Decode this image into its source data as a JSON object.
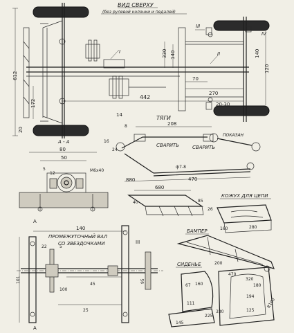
{
  "top_view": {
    "title": "ВИД СВЕРХУ",
    "subtitle": "(без рулевой колонки и педалей)",
    "dims": {
      "d612": "612",
      "d172": "172",
      "d20": "20",
      "d442": "442",
      "d330": "330",
      "d140": "140",
      "d70": "70",
      "d270": "270",
      "d20_30": "20-30",
      "d120": "120",
      "d140b": "140"
    },
    "section_marks": {
      "I": "I",
      "II": "II",
      "III": "III",
      "IV": "IV"
    }
  },
  "section_aa": {
    "title": "А - А",
    "dims": {
      "d80": "80",
      "d50": "50",
      "d5": "5",
      "d12": "12",
      "m6x40": "М6х40"
    }
  },
  "rods": {
    "title": "ТЯГИ",
    "labels": {
      "weld1": "СВАРИТЬ",
      "weld2": "СВАРИТЬ",
      "bolt": "ПОКАЗАН"
    },
    "dims": {
      "d208": "208",
      "d14": "14",
      "d8": "8",
      "d24": "24",
      "d16": "16",
      "d880": "880",
      "d470": "470",
      "phi7_8": "ф7-8"
    }
  },
  "bracket": {
    "dims": {
      "d680": "680",
      "d40": "40",
      "d85": "85"
    }
  },
  "chain_guard": {
    "title": "КОЖУХ ДЛЯ ЦЕПИ",
    "dims": {
      "d26": "26",
      "d280": "280",
      "d160": "160"
    }
  },
  "shaft": {
    "title": "ПРОМЕЖУТОЧНЫЙ ВАЛ",
    "subtitle": "СО ЗВЕЗДОЧКАМИ",
    "marks": {
      "A": "А",
      "III": "III"
    },
    "dims": {
      "d140": "140",
      "d22": "22",
      "d5": "5",
      "d45": "45",
      "d25": "25",
      "d101": "101",
      "d100": "100",
      "d95": "95"
    }
  },
  "bumper": {
    "title": "БАМПЕР",
    "dims": {
      "d200": "200"
    }
  },
  "seat": {
    "title": "СИДЕНЬЕ",
    "dims": {
      "d470": "470",
      "d320": "320",
      "d180": "180",
      "d67": "67",
      "d160": "160",
      "d194": "194",
      "d125": "125",
      "d111": "111",
      "d225": "225",
      "d330": "330",
      "r100": "R100",
      "d145": "145"
    }
  }
}
